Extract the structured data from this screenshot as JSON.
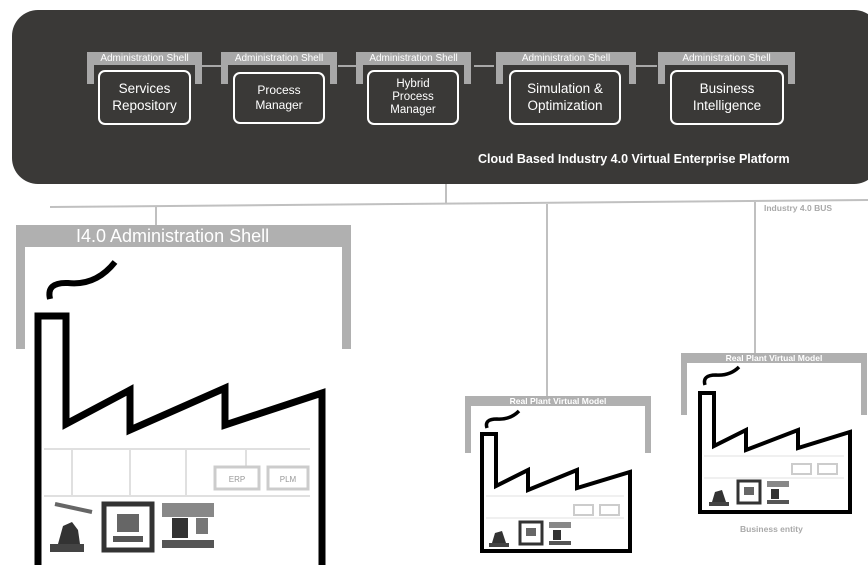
{
  "platform": {
    "title": "Cloud Based Industry 4.0 Virtual Enterprise Platform",
    "shell_label": "Administration Shell",
    "services": [
      {
        "label": "Services Repository"
      },
      {
        "label": "Process Manager"
      },
      {
        "label": "Hybrid Process Manager"
      },
      {
        "label": "Simulation & Optimization"
      },
      {
        "label": "Business Intelligence"
      }
    ]
  },
  "bus": {
    "label": "Industry 4.0 BUS"
  },
  "main_plant": {
    "shell_label": "I4.0 Administration Shell",
    "machines": [
      "ERP",
      "PLM"
    ]
  },
  "virtual_plants": [
    {
      "label": "Real Plant Virtual Model"
    },
    {
      "label": "Real Plant Virtual Model",
      "entity_label": "Business entity"
    }
  ],
  "colors": {
    "platform_bg": "#3a3937",
    "shell_gray": "#a8a8a8",
    "line_gray": "#c0c0c0"
  }
}
